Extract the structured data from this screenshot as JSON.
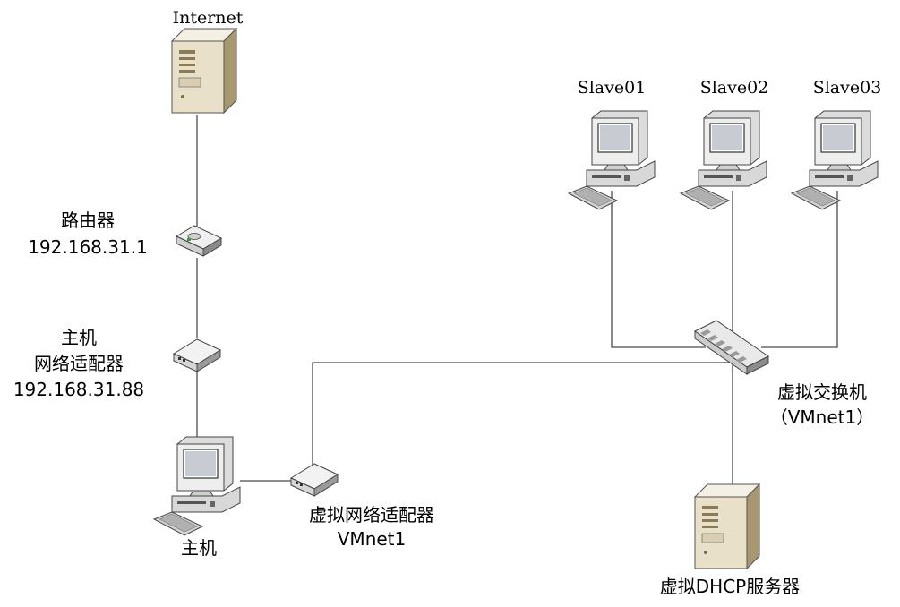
{
  "nodes": {
    "internet": {
      "label": "Internet",
      "icon": "server-tower-icon"
    },
    "router": {
      "label": "路由器",
      "ip": "192.168.31.1",
      "icon": "router-icon"
    },
    "host_adapter": {
      "label_line1": "主机",
      "label_line2": "网络适配器",
      "ip": "192.168.31.88",
      "icon": "network-adapter-icon"
    },
    "host": {
      "label": "主机",
      "icon": "desktop-computer-icon"
    },
    "virtual_adapter": {
      "label_line1": "虚拟网络适配器",
      "label_line2": "VMnet1",
      "icon": "network-adapter-icon"
    },
    "virtual_switch": {
      "label_line1": "虚拟交换机",
      "label_line2": "（VMnet1）",
      "icon": "switch-icon"
    },
    "dhcp_server": {
      "label": "虚拟DHCP服务器",
      "icon": "server-tower-icon"
    },
    "slaves": [
      {
        "label": "Slave01",
        "icon": "desktop-computer-icon"
      },
      {
        "label": "Slave02",
        "icon": "desktop-computer-icon"
      },
      {
        "label": "Slave03",
        "icon": "desktop-computer-icon"
      }
    ]
  }
}
